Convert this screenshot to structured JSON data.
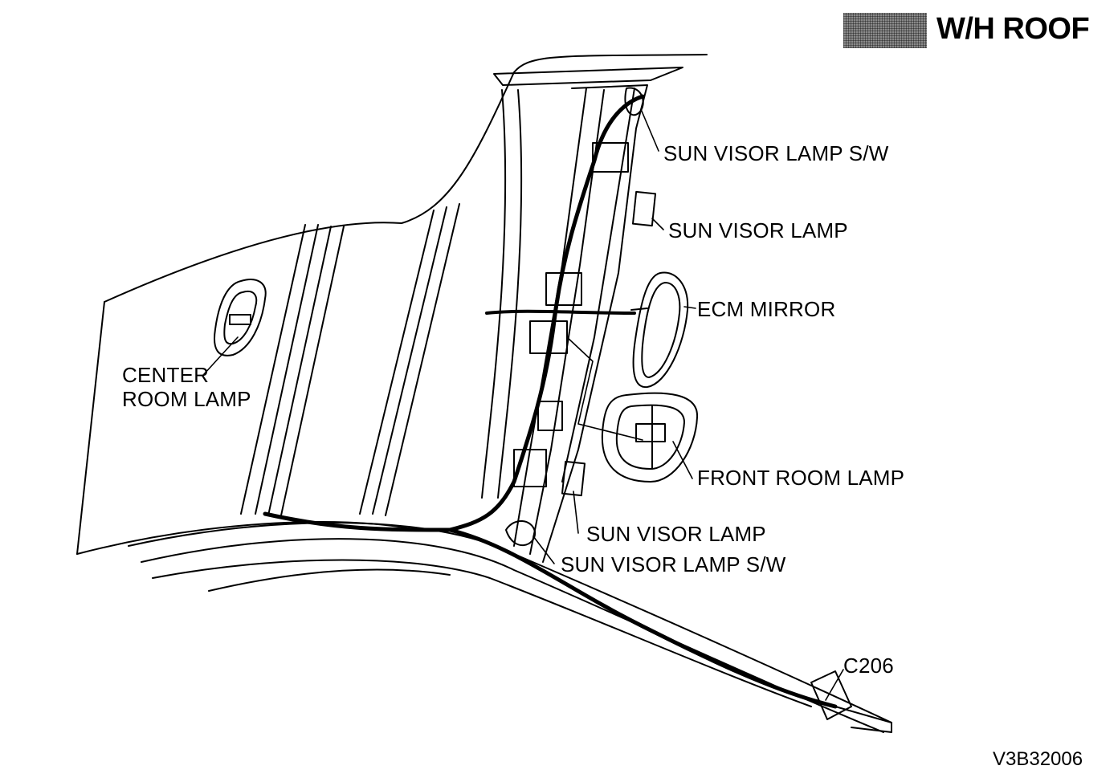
{
  "header": {
    "title": "W/H ROOF",
    "swatch_color": "#8a8a8a"
  },
  "figure_id": "V3B32006",
  "labels": {
    "sun_visor_lamp_sw_top": "SUN VISOR LAMP S/W",
    "sun_visor_lamp_top": "SUN VISOR LAMP",
    "ecm_mirror": "ECM MIRROR",
    "center_room_lamp_line1": "CENTER",
    "center_room_lamp_line2": "ROOM LAMP",
    "front_room_lamp": "FRONT ROOM LAMP",
    "sun_visor_lamp_bottom": "SUN VISOR LAMP",
    "sun_visor_lamp_sw_bottom": "SUN VISOR LAMP S/W",
    "connector_c206": "C206"
  },
  "colors": {
    "line": "#000000",
    "background": "#ffffff"
  }
}
